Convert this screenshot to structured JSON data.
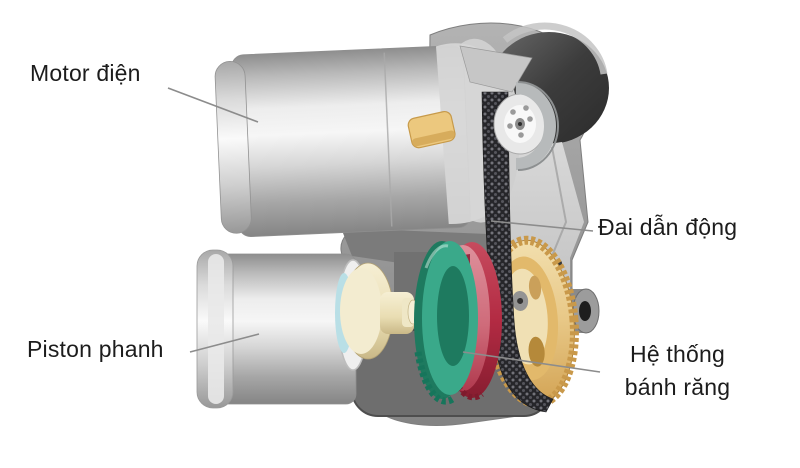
{
  "diagram": {
    "subject": "electric-parking-brake-actuator-cutaway",
    "labels": {
      "motor": "Motor điện",
      "belt": "Đai dẫn động",
      "piston": "Piston phanh",
      "gears": "Hệ thống\nbánh răng"
    },
    "colors": {
      "background": "#ffffff",
      "label_text": "#1c1c1c",
      "leader_line": "#8c8c8c",
      "motor_metal": "#c9c9c9",
      "housing_gray": "#9b9b9b",
      "belt_dark": "#26262a",
      "gear_green": "#2ea183",
      "gear_red": "#b92c44",
      "gear_tan": "#e3b866",
      "spindle_cream": "#ece0b8",
      "clip_gold": "#ecc87e",
      "seal_blue": "#b9dfe6"
    }
  }
}
